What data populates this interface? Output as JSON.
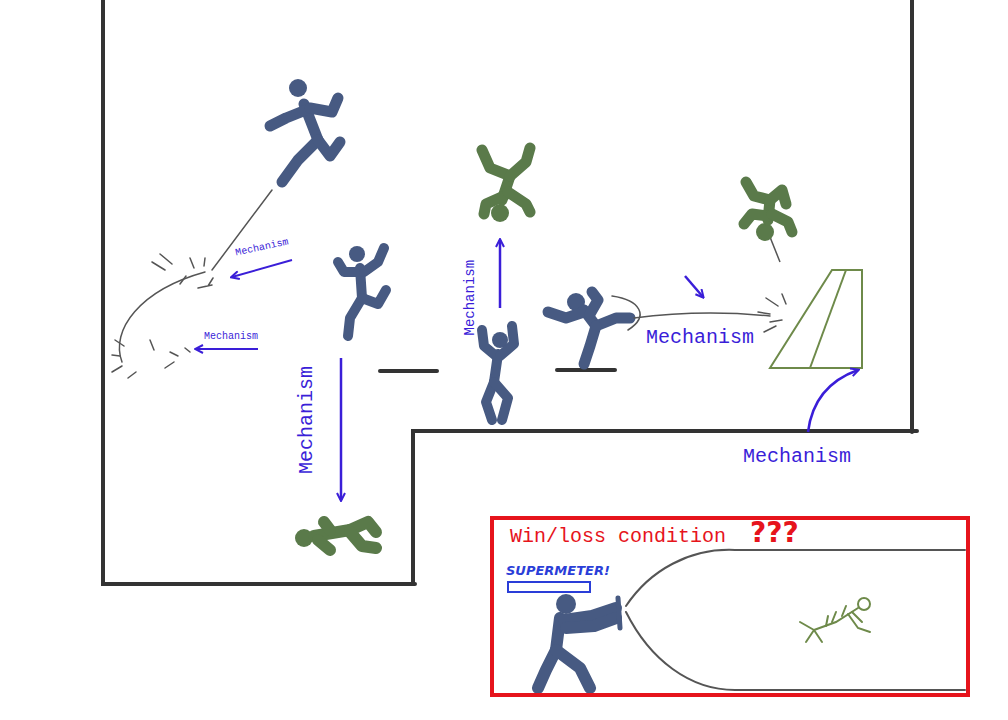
{
  "diagram": {
    "nodes": [
      {
        "text": [
          "Win/loss condition",
          "???",
          "SUPERMETER!"
        ]
      }
    ],
    "edges": [],
    "labels": [
      "Mechanism",
      "Mechanism",
      "Mechanism",
      "Mechanism",
      "Mechanism",
      "Mechanism"
    ]
  }
}
